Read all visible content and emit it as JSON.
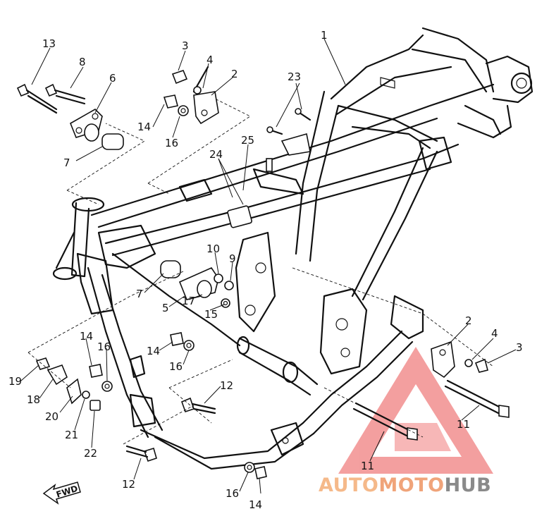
{
  "diagram": {
    "part_labels": [
      {
        "id": "1",
        "text": "1"
      },
      {
        "id": "2a",
        "text": "2"
      },
      {
        "id": "2b",
        "text": "2"
      },
      {
        "id": "3a",
        "text": "3"
      },
      {
        "id": "3b",
        "text": "3"
      },
      {
        "id": "4a",
        "text": "4"
      },
      {
        "id": "4b",
        "text": "4"
      },
      {
        "id": "5",
        "text": "5"
      },
      {
        "id": "6",
        "text": "6"
      },
      {
        "id": "7a",
        "text": "7"
      },
      {
        "id": "7b",
        "text": "7"
      },
      {
        "id": "8",
        "text": "8"
      },
      {
        "id": "9",
        "text": "9"
      },
      {
        "id": "10",
        "text": "10"
      },
      {
        "id": "11a",
        "text": "11"
      },
      {
        "id": "11b",
        "text": "11"
      },
      {
        "id": "12a",
        "text": "12"
      },
      {
        "id": "12b",
        "text": "12"
      },
      {
        "id": "13",
        "text": "13"
      },
      {
        "id": "14a",
        "text": "14"
      },
      {
        "id": "14b",
        "text": "14"
      },
      {
        "id": "14c",
        "text": "14"
      },
      {
        "id": "14d",
        "text": "14"
      },
      {
        "id": "15",
        "text": "15"
      },
      {
        "id": "16a",
        "text": "16"
      },
      {
        "id": "16b",
        "text": "16"
      },
      {
        "id": "16c",
        "text": "16"
      },
      {
        "id": "16d",
        "text": "16"
      },
      {
        "id": "17",
        "text": "17"
      },
      {
        "id": "18",
        "text": "18"
      },
      {
        "id": "19",
        "text": "19"
      },
      {
        "id": "20",
        "text": "20"
      },
      {
        "id": "21",
        "text": "21"
      },
      {
        "id": "22",
        "text": "22"
      },
      {
        "id": "23",
        "text": "23"
      },
      {
        "id": "24",
        "text": "24"
      },
      {
        "id": "25",
        "text": "25"
      }
    ],
    "fwd_arrow": "FWD"
  },
  "watermark": {
    "part1": "AUTO",
    "part2": "MOTO",
    "part3": "HUB",
    "colors": {
      "auto": "#f5b98a",
      "moto": "#f0a47a",
      "hub": "#8a8a8a",
      "triangle": "#ee5a5a"
    }
  }
}
